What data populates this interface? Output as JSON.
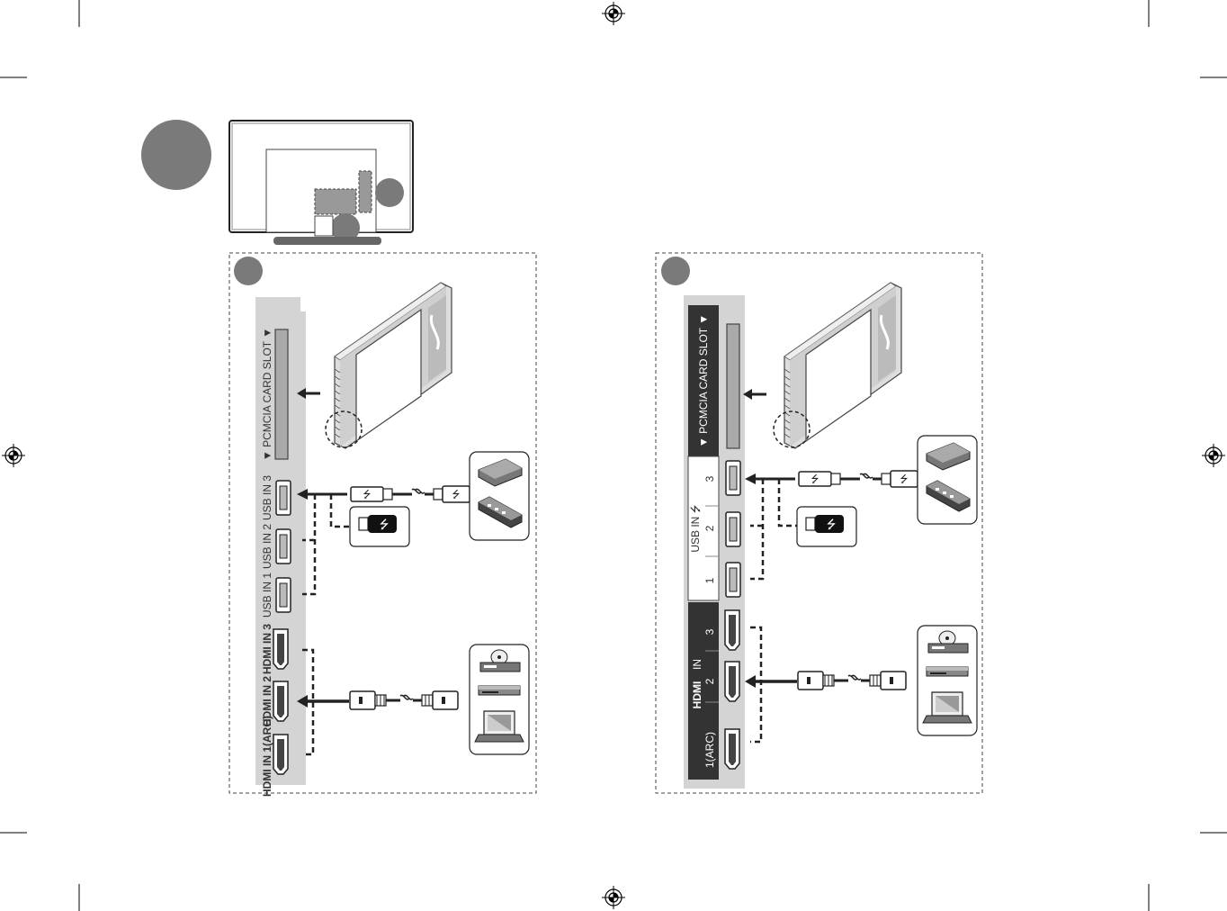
{
  "panel_a": {
    "pcmcia_label": "▼ PCMCIA CARD SLOT ▼",
    "usb_labels": [
      "USB IN 3",
      "USB IN 2",
      "USB IN 1"
    ],
    "hdmi_labels": [
      "HDMI IN 3",
      "HDMI IN 2",
      "HDMI IN 1(ARC)"
    ]
  },
  "panel_b": {
    "pcmcia_label": "▼ PCMCIA CARD SLOT ▼",
    "usb_group_label": "USB IN ⭍",
    "usb_numbers": [
      "3",
      "2",
      "1"
    ],
    "hdmi_brand": "HDMI",
    "hdmi_in": "IN",
    "hdmi_numbers": [
      "3",
      "2",
      "1(ARC)"
    ]
  },
  "icons": [
    "registration-mark-icon",
    "tv-rear-icon",
    "pcmcia-card-icon",
    "usb-plug-icon",
    "usb-flash-drive-icon",
    "hard-drive-icon",
    "usb-hub-icon",
    "hdmi-plug-icon",
    "dvd-player-icon",
    "set-top-box-icon",
    "laptop-icon"
  ],
  "colors": {
    "panel_gray": "#d4d4d4",
    "dark_gray": "#7a7a7a",
    "label_black": "#333333"
  }
}
